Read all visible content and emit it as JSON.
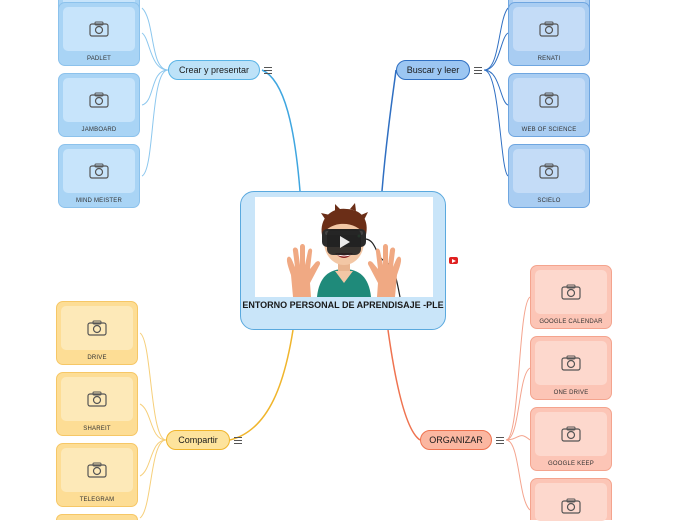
{
  "central": {
    "title": "ENTORNO PERSONAL DE APRENDISAJE -PLE"
  },
  "branches": {
    "crear": {
      "label": "Crear y presentar",
      "items": [
        "PADLET",
        "JAMBOARD",
        "MIND MEISTER"
      ]
    },
    "buscar": {
      "label": "Buscar y leer",
      "items": [
        "RENATI",
        "WEB OF SCIENCE",
        "SCIELO"
      ]
    },
    "compartir": {
      "label": "Compartir",
      "items": [
        "DRIVE",
        "SHAREIT",
        "TELEGRAM"
      ]
    },
    "organizar": {
      "label": "ORGANIZAR",
      "items": [
        "GOOGLE CALENDAR",
        "ONE DRIVE",
        "GOOGLE KEEP"
      ]
    }
  },
  "colors": {
    "crear": "#5ab4e6",
    "buscar": "#2f6fc2",
    "compartir": "#f0b52c",
    "organizar": "#ef7350"
  },
  "icons": {
    "card": "camera-icon",
    "topic": "menu-icon",
    "video": "play-icon",
    "media": "youtube-icon"
  }
}
